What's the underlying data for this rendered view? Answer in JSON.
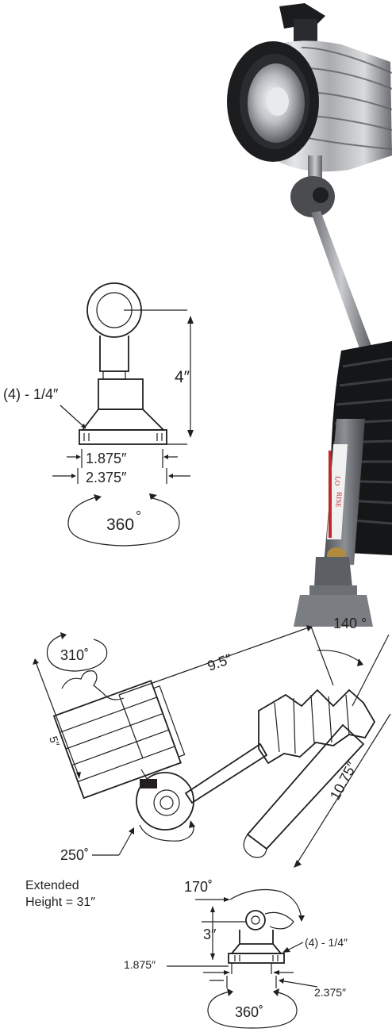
{
  "photo": {
    "label_line1": "LO",
    "label_line2": "RISE"
  },
  "top_diagram": {
    "height": "4″",
    "bolts": "(4) - 1/4″",
    "inner_width": "1.875″",
    "outer_width": "2.375″",
    "rotation": "360",
    "degree_mark": "°"
  },
  "bottom_diagram": {
    "head_rotation": "310˚",
    "head_size": "5″",
    "upper_arm": "9.5″",
    "joint_angle": "140 °",
    "lower_arm": "10.75″",
    "swivel": "250˚",
    "base_angle": "170˚",
    "base_height": "3″",
    "bolts": "(4) - 1/4″",
    "inner_width": "1.875″",
    "outer_width": "2.375″",
    "base_rotation": "360˚",
    "extended_label": "Extended",
    "extended_value": "Height = 31″"
  }
}
